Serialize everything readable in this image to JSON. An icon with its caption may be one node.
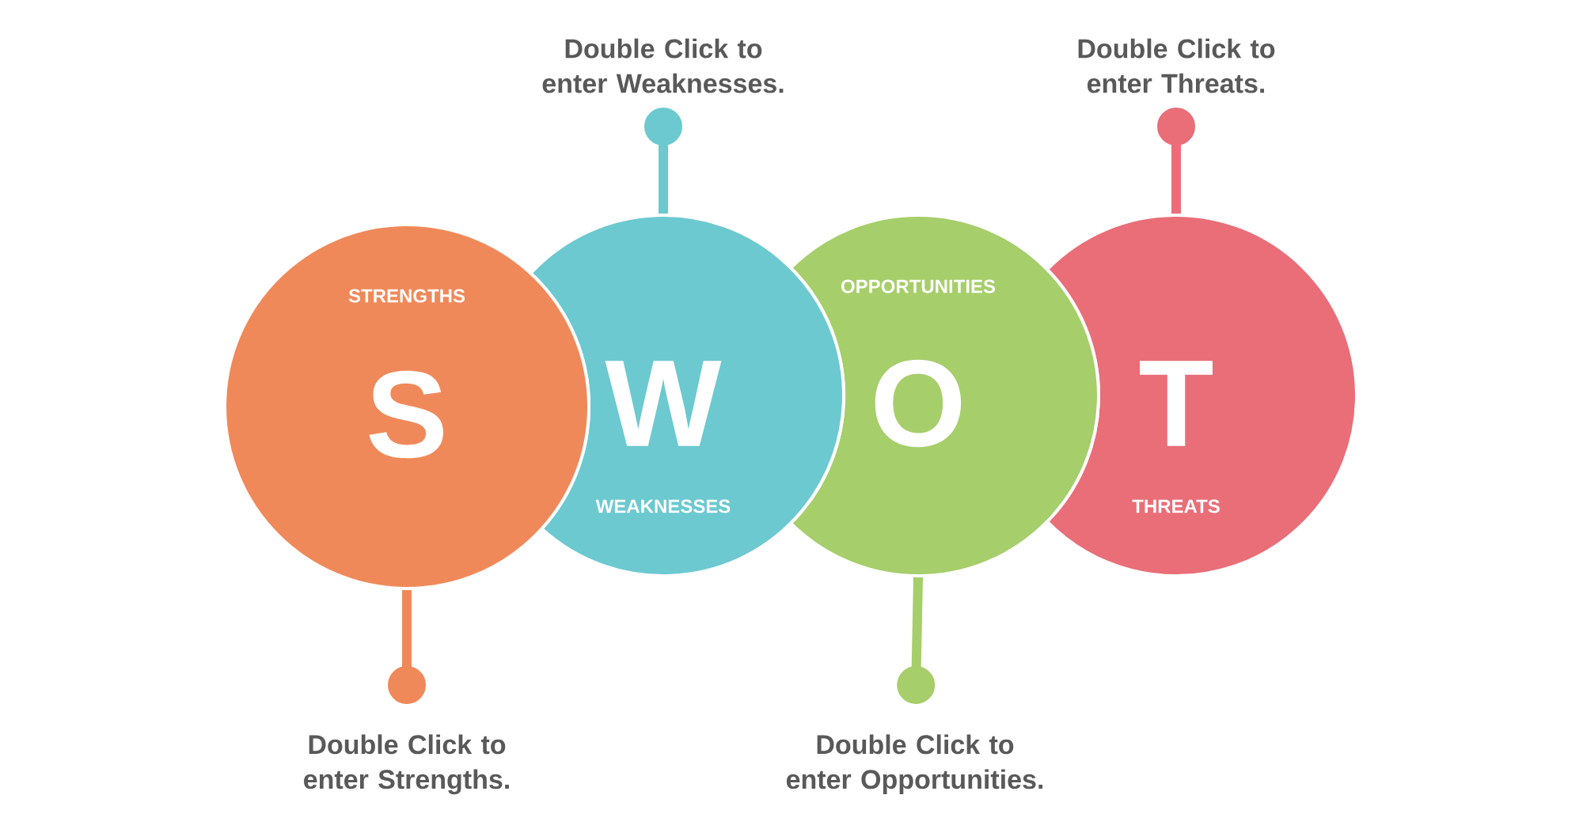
{
  "diagram": {
    "nodes": [
      {
        "text": [
          "STRENGTHS",
          "S"
        ]
      },
      {
        "text": [
          "W",
          "WEAKNESSES"
        ]
      },
      {
        "text": [
          "OPPORTUNITIES",
          "O"
        ]
      },
      {
        "text": [
          "T",
          "THREATS"
        ]
      },
      {
        "text": [
          "Double Click to enter Strengths."
        ]
      },
      {
        "text": [
          "Double Click to enter Weaknesses."
        ]
      },
      {
        "text": [
          "Double Click to enter Opportunities."
        ]
      },
      {
        "text": [
          "Double Click to enter Threats."
        ]
      }
    ],
    "edges": [
      {
        "from": 0,
        "to": 4,
        "arrow": "other",
        "color": "#f0895a"
      },
      {
        "from": 1,
        "to": 5,
        "arrow": "other",
        "color": "#6cc9d0"
      },
      {
        "from": 2,
        "to": 6,
        "arrow": "other",
        "color": "#a6ce6a"
      },
      {
        "from": 3,
        "to": 7,
        "arrow": "other",
        "color": "#e96e78"
      }
    ]
  }
}
